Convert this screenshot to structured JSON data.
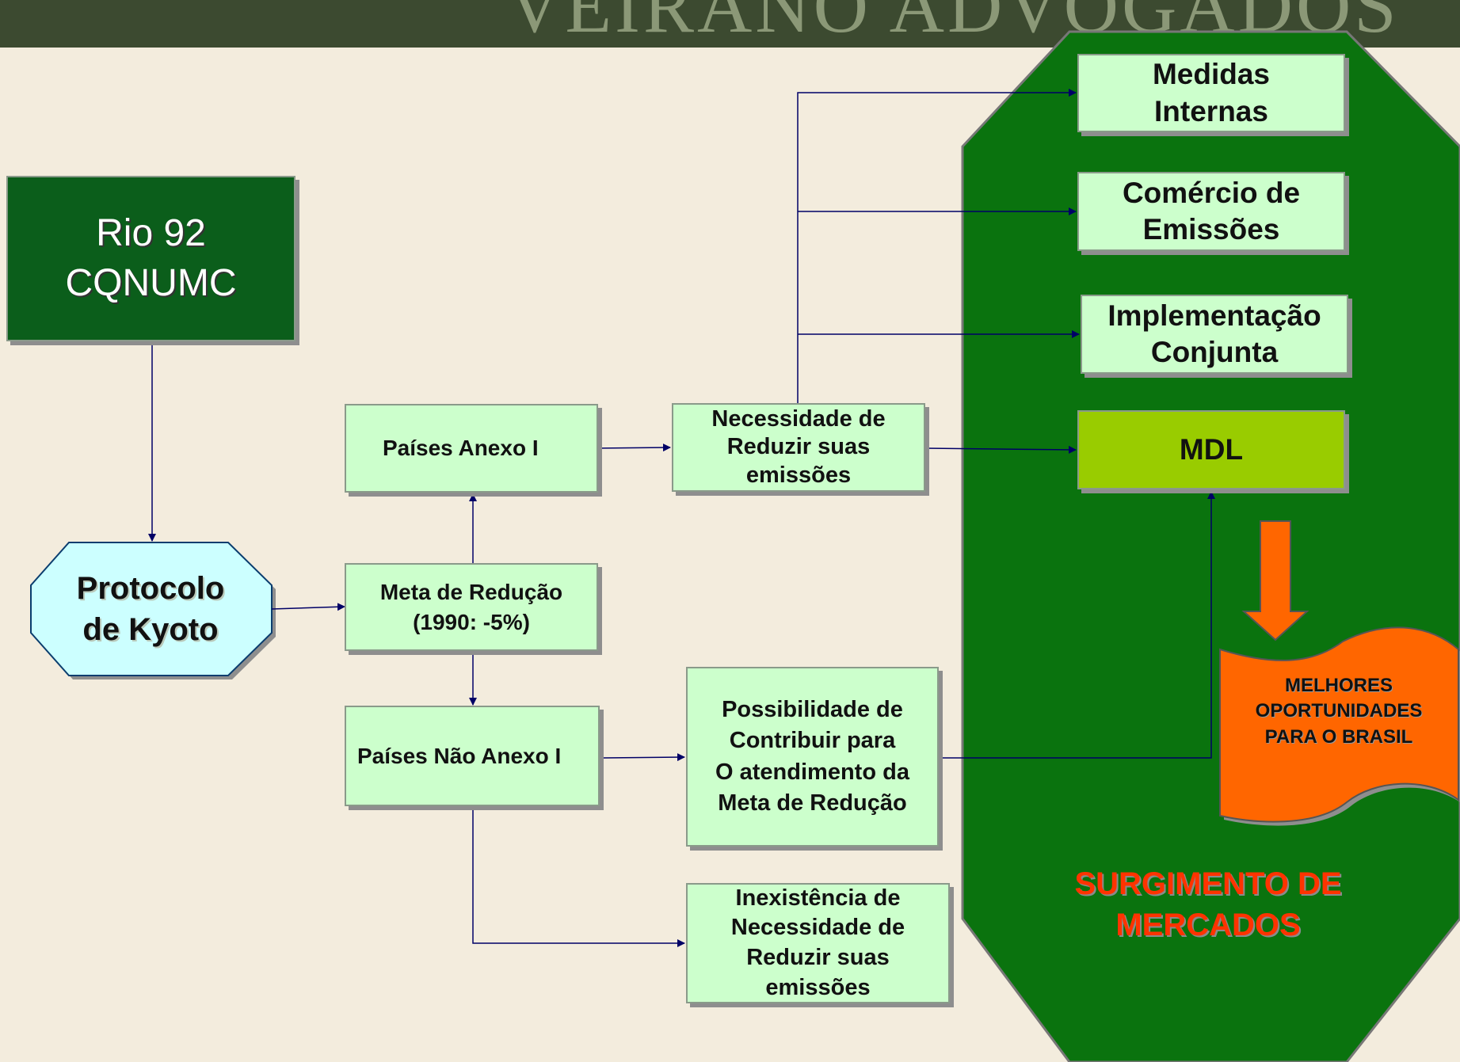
{
  "header": {
    "title": "VEIRANO ADVOGADOS"
  },
  "colors": {
    "background": "#f3ecdd",
    "header": "#3c4a30",
    "market_panel": "#0a730e",
    "box_fill": "#ccffcc",
    "rio_fill": "#0b5e1b",
    "mdl_fill": "#99cc00",
    "banner_fill": "#ff6600",
    "market_text": "#ff3300",
    "connector": "#000066"
  },
  "diagram": {
    "rio": "Rio 92\nCQNUMC",
    "kyoto": "Protocolo\nde Kyoto",
    "meta": "Meta de Redução\n(1990: -5%)",
    "anexo1": "Países Anexo I",
    "nao_anexo1": "Países Não Anexo I",
    "necessidade": "Necessidade de\nReduzir suas\nemissões",
    "possibilidade": "Possibilidade de\nContribuir para\nO atendimento da\nMeta de Redução",
    "inexistencia": "Inexistência de\nNecessidade de\nReduzir suas\nemissões",
    "medidas": "Medidas\nInternas",
    "comercio": "Comércio de\nEmissões",
    "implementacao": "Implementação\nConjunta",
    "mdl": "MDL",
    "melhores": "MELHORES\nOPORTUNIDADES\nPARA O BRASIL",
    "mercados": "SURGIMENTO DE\nMERCADOS"
  }
}
